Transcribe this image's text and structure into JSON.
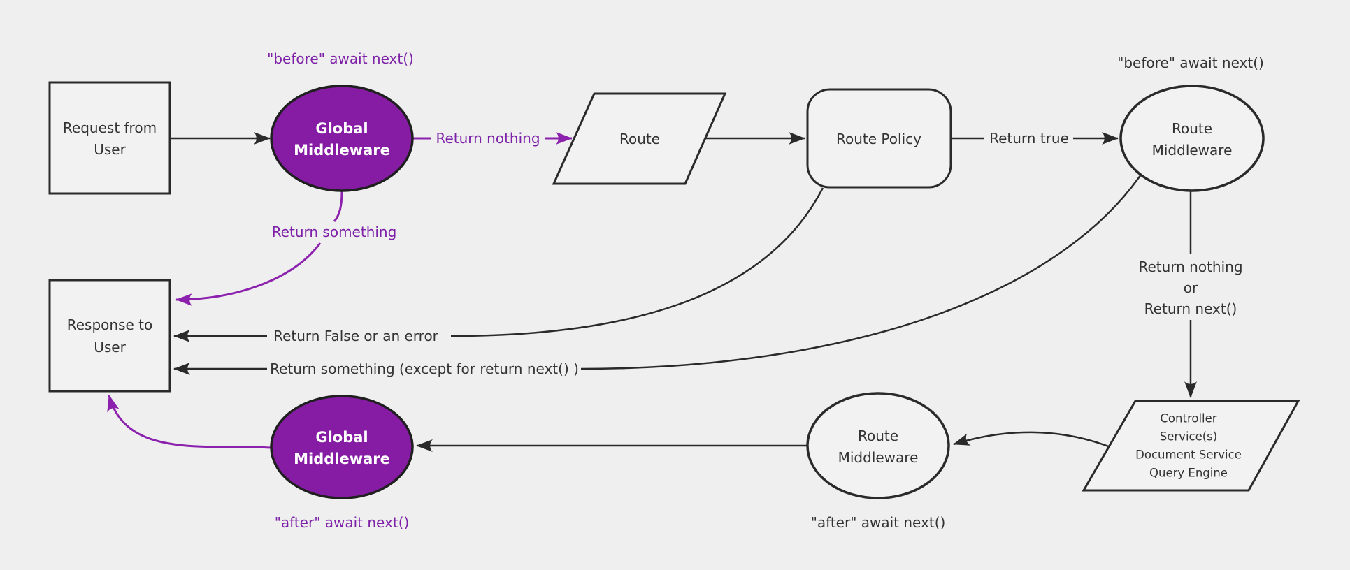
{
  "colors": {
    "background": "#efefef",
    "node_fill": "#f2f2f2",
    "stroke_dark": "#2a2a2a",
    "purple_fill": "#861ca3",
    "purple_accent": "#8b21ad",
    "purple_text": "#7d21a8",
    "text_dark": "#333333",
    "text_on_purple": "#ffffff"
  },
  "nodes": {
    "request": {
      "line1": "Request from",
      "line2": "User"
    },
    "global_middleware_top": {
      "line1": "Global",
      "line2": "Middleware"
    },
    "route": {
      "label": "Route"
    },
    "route_policy": {
      "label": "Route Policy"
    },
    "route_middleware_top": {
      "line1": "Route",
      "line2": "Middleware"
    },
    "controller_services": {
      "line1": "Controller",
      "line2": "Service(s)",
      "line3": "Document Service",
      "line4": "Query Engine"
    },
    "route_middleware_bottom": {
      "line1": "Route",
      "line2": "Middleware"
    },
    "global_middleware_bottom": {
      "line1": "Global",
      "line2": "Middleware"
    },
    "response": {
      "line1": "Response to",
      "line2": "User"
    }
  },
  "edge_labels": {
    "before_await_next_global": "\"before\" await next()",
    "return_nothing": "Return nothing",
    "return_true": "Return true",
    "before_await_next_route": "\"before\" await next()",
    "return_nothing_or": {
      "line1": "Return nothing",
      "line2": "or",
      "line3": "Return next()"
    },
    "after_await_next_route": "\"after\" await next()",
    "after_await_next_global": "\"after\" await next()",
    "return_something": "Return something",
    "return_false_or_error": "Return False or an error",
    "return_something_except": "Return something (except for return next() )"
  }
}
